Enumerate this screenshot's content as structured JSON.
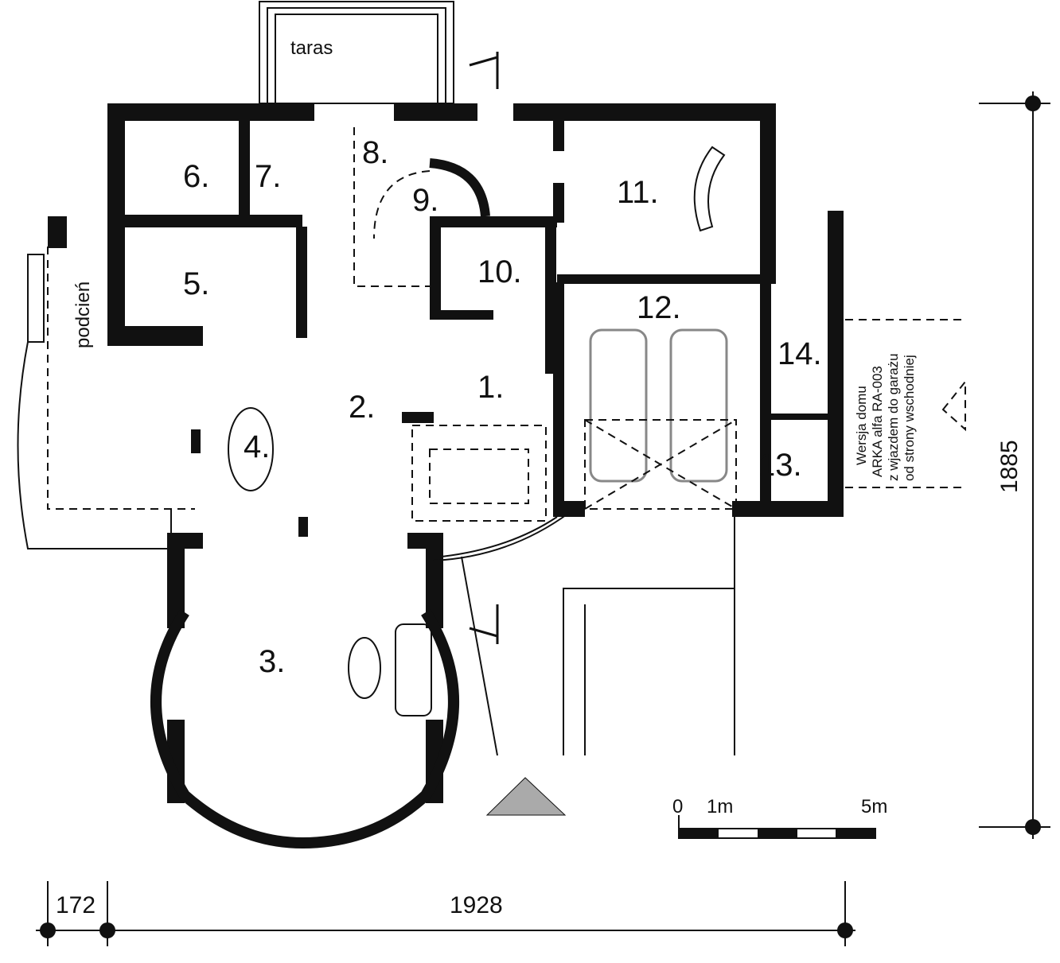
{
  "title": "Floor plan – ground floor",
  "rooms": {
    "r1": "1.",
    "r2": "2.",
    "r3": "3.",
    "r4": "4.",
    "r5": "5.",
    "r6": "6.",
    "r7": "7.",
    "r8": "8.",
    "r9": "9.",
    "r10": "10.",
    "r11": "11.",
    "r12": "12.",
    "r13": "13.",
    "r14": "14."
  },
  "labels": {
    "taras": "taras",
    "podcien": "podcień"
  },
  "note": {
    "line1": "Wersja domu",
    "line2": "ARKA alfa RA-003",
    "line3": "z wjazdem do garażu",
    "line4": "od strony wschodniej"
  },
  "scale": {
    "zero": "0",
    "one": "1m",
    "five": "5m"
  },
  "dimensions": {
    "left": "172",
    "width": "1928",
    "depth": "1885"
  },
  "colors": {
    "wall": "#111111",
    "car": "#888888",
    "north_arrow": "#aaaaaa"
  }
}
